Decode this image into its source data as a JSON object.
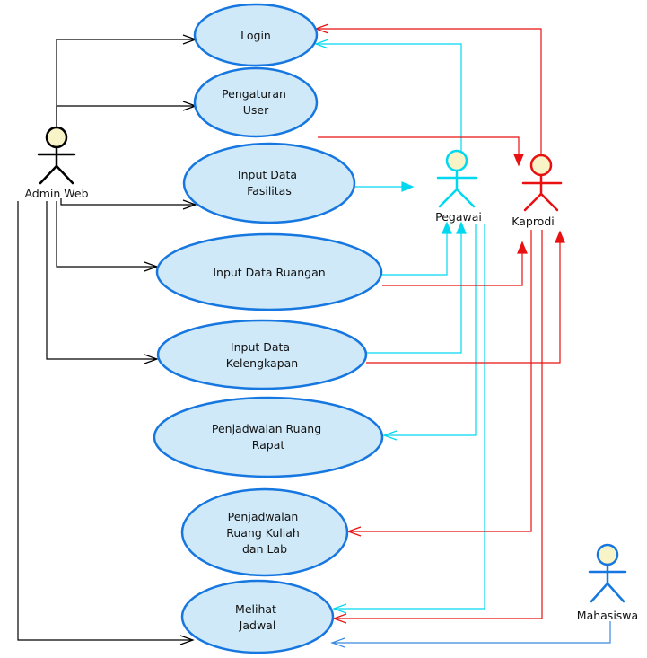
{
  "diagram": {
    "use_cases": [
      {
        "id": "login",
        "lines": [
          "Login"
        ]
      },
      {
        "id": "pengaturan-user",
        "lines": [
          "Pengaturan",
          "User"
        ]
      },
      {
        "id": "input-data-fasilitas",
        "lines": [
          "Input Data",
          "Fasilitas"
        ]
      },
      {
        "id": "input-data-ruangan",
        "lines": [
          "Input Data Ruangan"
        ]
      },
      {
        "id": "input-data-kelengkapan",
        "lines": [
          "Input Data",
          "Kelengkapan"
        ]
      },
      {
        "id": "penjadwalan-ruang-rapat",
        "lines": [
          "Penjadwalan Ruang",
          "Rapat"
        ]
      },
      {
        "id": "penjadwalan-ruang-kuliah-dan-lab",
        "lines": [
          "Penjadwalan",
          "Ruang Kuliah",
          "dan Lab"
        ]
      },
      {
        "id": "melihat-jadwal",
        "lines": [
          "Melihat",
          "Jadwal"
        ]
      }
    ],
    "actors": [
      {
        "id": "admin-web",
        "label": "Admin Web",
        "color": "#000000"
      },
      {
        "id": "pegawai",
        "label": "Pegawai",
        "color": "#00d8f0"
      },
      {
        "id": "kaprodi",
        "label": "Kaprodi",
        "color": "#e81010"
      },
      {
        "id": "mahasiswa",
        "label": "Mahasiswa",
        "color": "#1677e0"
      }
    ],
    "colors": {
      "admin_line": "#000000",
      "pegawai_line": "#00d8f0",
      "kaprodi_line": "#e81010",
      "mahasiswa_line": "#3a8ae0",
      "usecase_fill": "#cfe9f8",
      "usecase_stroke": "#1677e0",
      "actor_head_fill": "#f8f4c8"
    }
  }
}
